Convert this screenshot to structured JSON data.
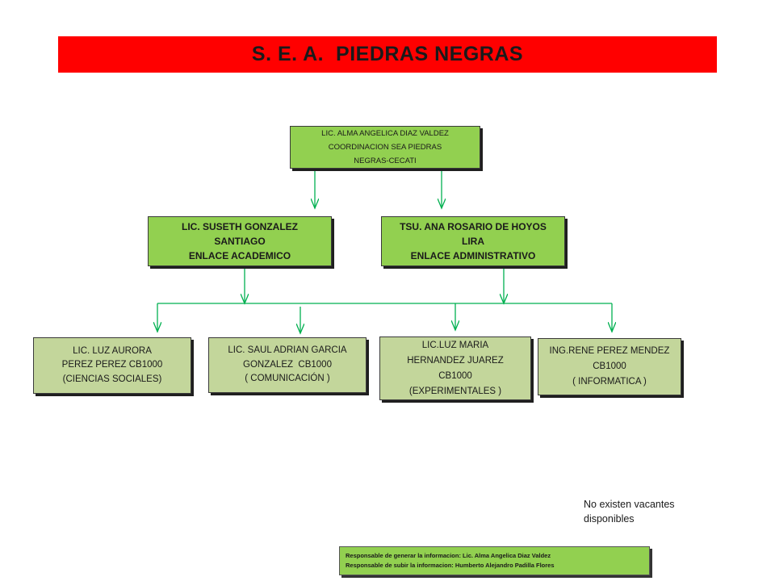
{
  "header": {
    "title": "S. E. A.  PIEDRAS NEGRAS",
    "color": "#ff0000"
  },
  "chart": {
    "root": {
      "lines": [
        "LIC. ALMA ANGELICA DIAZ VALDEZ",
        "COORDINACION SEA PIEDRAS",
        "NEGRAS-CECATI"
      ]
    },
    "level2": [
      {
        "lines": [
          "LIC. SUSETH GONZALEZ",
          "SANTIAGO",
          "ENLACE ACADEMICO"
        ]
      },
      {
        "lines": [
          "TSU. ANA ROSARIO DE HOYOS",
          "LIRA",
          "ENLACE ADMINISTRATIVO"
        ]
      }
    ],
    "level3": [
      {
        "lines": [
          "LIC. LUZ AURORA",
          "PEREZ PEREZ CB1000",
          "(CIENCIAS SOCIALES)"
        ]
      },
      {
        "lines": [
          "LIC. SAUL ADRIAN GARCIA",
          "GONZALEZ  CB1000",
          "( COMUNICACIÓN )"
        ]
      },
      {
        "lines": [
          "LIC.LUZ MARIA",
          "HERNANDEZ JUAREZ",
          "CB1000",
          "(EXPERIMENTALES )"
        ]
      },
      {
        "lines": [
          "ING.RENE PEREZ MENDEZ",
          "CB1000",
          "( INFORMATICA )"
        ]
      }
    ],
    "colors": {
      "node_green": "#92d050",
      "node_pale": "#c3d69b",
      "connector": "#00b050"
    }
  },
  "note": {
    "lines": [
      "No existen vacantes",
      "disponibles"
    ]
  },
  "footer": {
    "lines": [
      "Responsable de generar la informacion: Lic. Alma Angelica Diaz Valdez",
      "Responsable de subir la informacion: Humberto Alejandro Padilla Flores"
    ]
  }
}
